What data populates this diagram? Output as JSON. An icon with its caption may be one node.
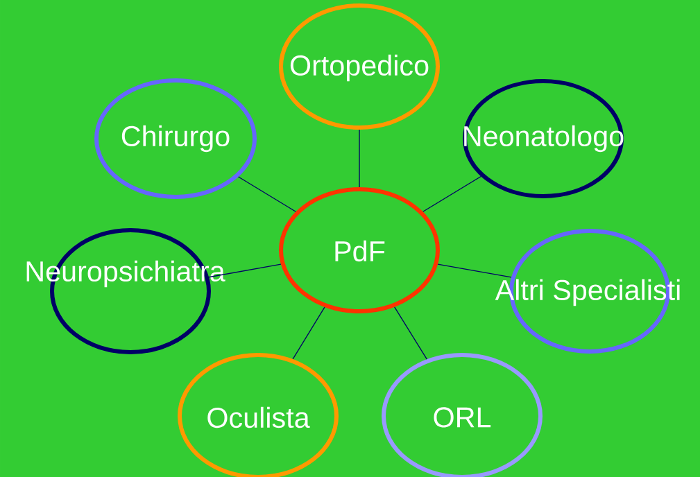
{
  "diagram": {
    "nodes": [
      {
        "text": [
          "Ortopedico"
        ]
      },
      {
        "text": [
          "Chirurgo"
        ]
      },
      {
        "text": [
          "Neonatologo"
        ]
      },
      {
        "text": [
          "PdF"
        ]
      },
      {
        "text": [
          "Neuropsichiatra"
        ]
      },
      {
        "text": [
          "Altri Specialisti"
        ]
      },
      {
        "text": [
          "Oculista"
        ]
      },
      {
        "text": [
          "ORL"
        ]
      }
    ],
    "edges": [
      {
        "from": 3,
        "to": 0,
        "arrow": "none"
      },
      {
        "from": 3,
        "to": 1,
        "arrow": "none"
      },
      {
        "from": 3,
        "to": 2,
        "arrow": "none"
      },
      {
        "from": 3,
        "to": 4,
        "arrow": "none"
      },
      {
        "from": 3,
        "to": 5,
        "arrow": "none"
      },
      {
        "from": 3,
        "to": 6,
        "arrow": "none"
      },
      {
        "from": 3,
        "to": 7,
        "arrow": "none"
      }
    ]
  }
}
